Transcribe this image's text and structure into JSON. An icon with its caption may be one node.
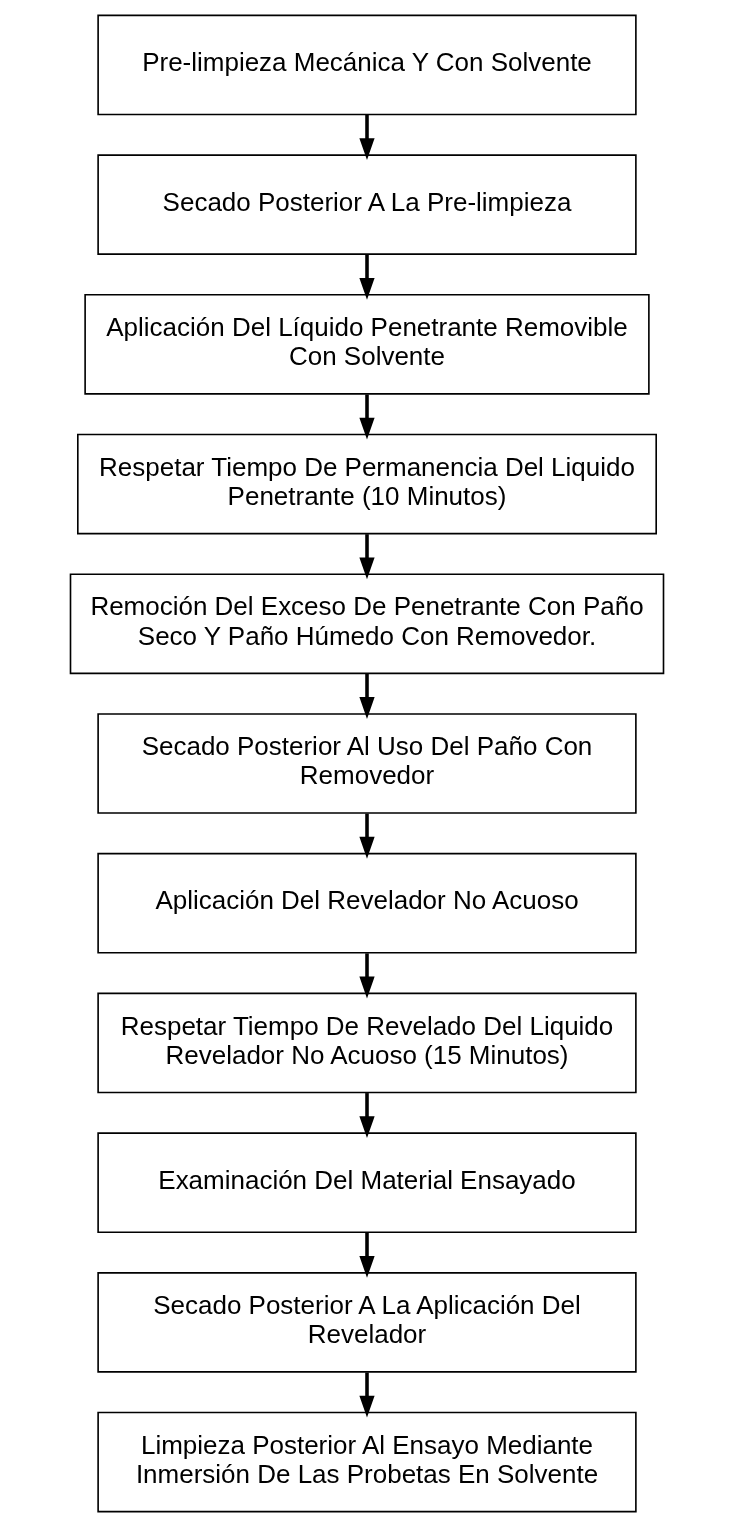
{
  "diagram": {
    "nodes": [
      {
        "text": [
          "Pre-limpieza Mecánica Y Con Solvente"
        ]
      },
      {
        "text": [
          "Secado Posterior A La Pre-limpieza"
        ]
      },
      {
        "text": [
          "Aplicación Del Líquido Penetrante Removible Con Solvente"
        ]
      },
      {
        "text": [
          "Respetar Tiempo De Permanencia Del Liquido Penetrante (10 Minutos)"
        ]
      },
      {
        "text": [
          "Remoción Del Exceso De Penetrante Con Paño Seco Y Paño Húmedo Con Removedor."
        ]
      },
      {
        "text": [
          "Secado Posterior Al Uso Del Paño Con Removedor"
        ]
      },
      {
        "text": [
          "Aplicación Del Revelador No Acuoso"
        ]
      },
      {
        "text": [
          "Respetar Tiempo De Revelado Del Liquido Revelador No Acuoso (15 Minutos)"
        ]
      },
      {
        "text": [
          "Examinación Del Material Ensayado"
        ]
      },
      {
        "text": [
          "Secado Posterior A La Aplicación Del Revelador"
        ]
      },
      {
        "text": [
          "Limpieza Posterior Al Ensayo Mediante Inmersión De Las Probetas En Solvente"
        ]
      }
    ],
    "edges": [
      {
        "from": 0,
        "to": 1,
        "arrow": "to"
      },
      {
        "from": 1,
        "to": 2,
        "arrow": "to"
      },
      {
        "from": 2,
        "to": 3,
        "arrow": "to"
      },
      {
        "from": 3,
        "to": 4,
        "arrow": "to"
      },
      {
        "from": 4,
        "to": 5,
        "arrow": "to"
      },
      {
        "from": 5,
        "to": 6,
        "arrow": "to"
      },
      {
        "from": 6,
        "to": 7,
        "arrow": "to"
      },
      {
        "from": 7,
        "to": 8,
        "arrow": "to"
      },
      {
        "from": 8,
        "to": 9,
        "arrow": "to"
      },
      {
        "from": 9,
        "to": 10,
        "arrow": "to"
      }
    ]
  }
}
